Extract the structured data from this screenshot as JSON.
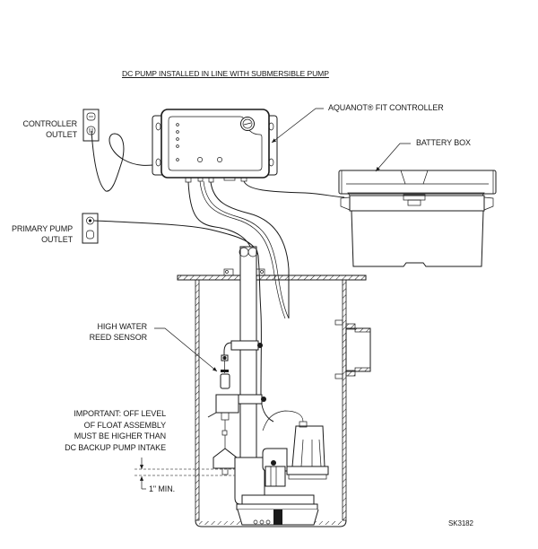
{
  "diagram": {
    "title": "DC PUMP INSTALLED IN LINE WITH SUBMERSIBLE PUMP",
    "drawing_number": "SK3182",
    "labels": {
      "controller": "AQUANOT® FIT CONTROLLER",
      "battery_box": "BATTERY BOX",
      "controller_outlet_line1": "CONTROLLER",
      "controller_outlet_line2": "OUTLET",
      "primary_outlet_line1": "PRIMARY PUMP",
      "primary_outlet_line2": "OUTLET",
      "reed_sensor_line1": "HIGH WATER",
      "reed_sensor_line2": "REED SENSOR",
      "important_line1": "IMPORTANT: OFF LEVEL",
      "important_line2": "OF FLOAT ASSEMBLY",
      "important_line3": "MUST BE HIGHER THAN",
      "important_line4": "DC BACKUP PUMP INTAKE",
      "min_clearance": "1\" MIN."
    },
    "components": [
      "controller-outlet",
      "primary-pump-outlet",
      "aquanot-fit-controller",
      "battery-box",
      "sump-pit",
      "discharge-pipe",
      "high-water-reed-sensor",
      "float-switch",
      "submersible-pump",
      "dc-backup-pump",
      "inlet-hub"
    ]
  }
}
